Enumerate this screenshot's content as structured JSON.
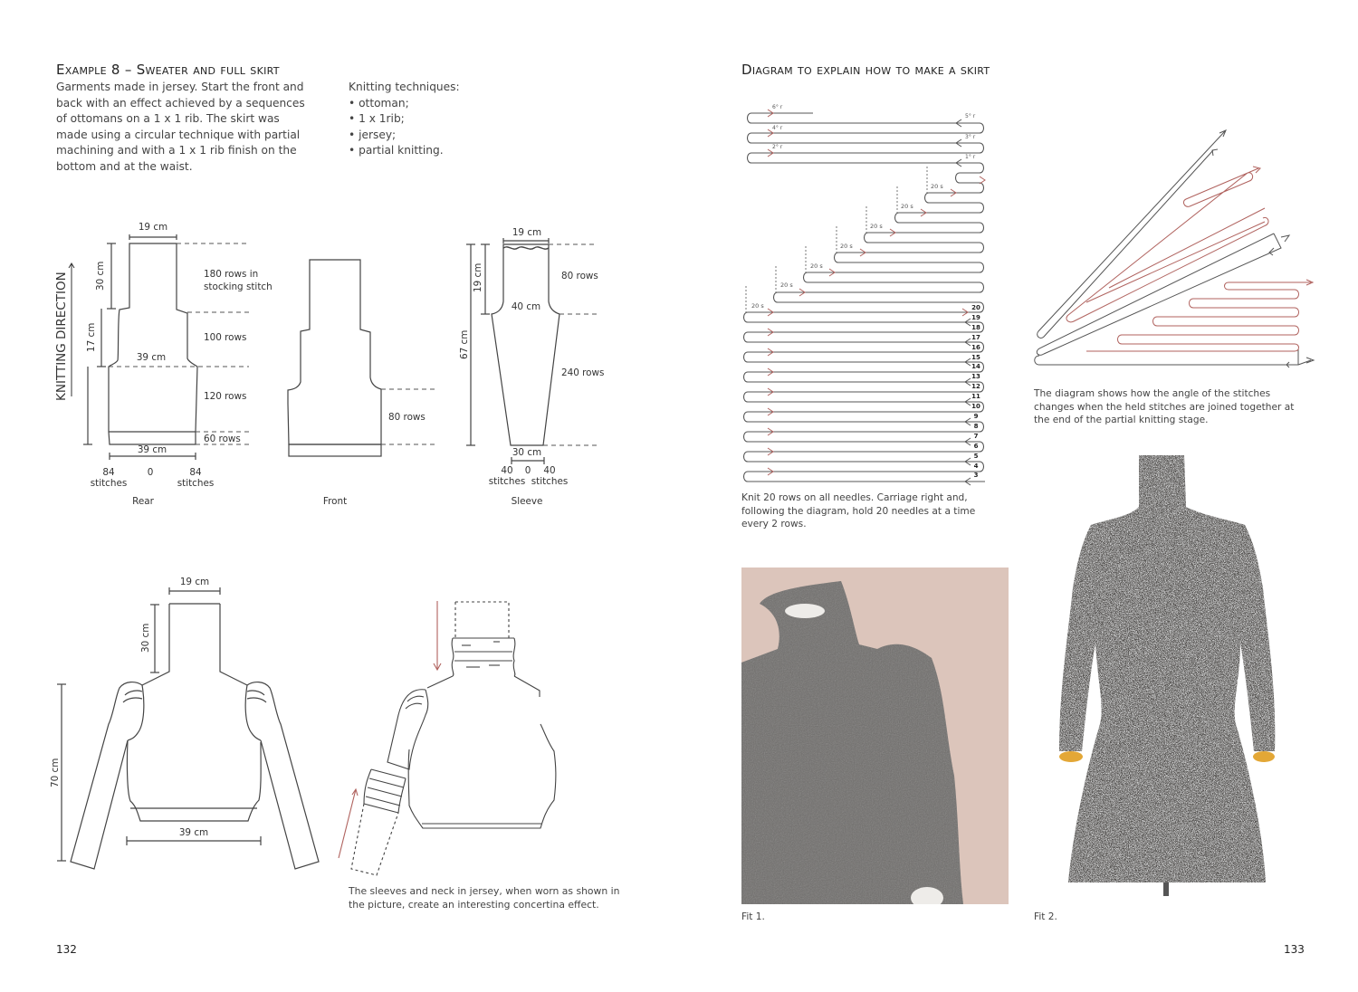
{
  "left_page": {
    "title": "Example 8 – Sweater and full skirt",
    "description": "Garments made in jersey. Start the front and back with an effect achieved by a sequences of ottomans on a 1 x 1 rib. The skirt was made using a circular technique with partial machining and with a 1 x 1 rib finish on the bottom and at the waist.",
    "techniques_title": "Knitting techniques:",
    "techniques": [
      "ottoman;",
      "1 x 1rib;",
      "jersey;",
      "partial knitting."
    ],
    "knitting_direction": "KNITTING DIRECTION",
    "rear": {
      "label": "Rear",
      "top_width": "19 cm",
      "neck_height": "30 cm",
      "mid_height": "17 cm",
      "mid_width": "39 cm",
      "bottom_width": "39 cm",
      "rows": [
        "180 rows in stocking stitch",
        "100 rows",
        "120 rows",
        "60 rows"
      ],
      "stitches_left": "84 stitches",
      "stitches_center": "0",
      "stitches_right": "84 stitches"
    },
    "front": {
      "label": "Front",
      "rows": "80 rows"
    },
    "sleeve": {
      "label": "Sleeve",
      "top_width": "19 cm",
      "cap_height": "19 cm",
      "total_height": "67 cm",
      "mid_width": "40 cm",
      "bottom_width": "30 cm",
      "rows": [
        "80 rows",
        "240 rows"
      ],
      "stitches_left": "40 stitches",
      "stitches_center": "0",
      "stitches_right": "40 stitches"
    },
    "assembled": {
      "neck_width": "19 cm",
      "neck_height": "30 cm",
      "total_height": "70 cm",
      "hem_width": "39 cm"
    },
    "concertina_caption": "The sleeves and neck in jersey, when worn as shown in the picture, create an interesting concertina effect.",
    "page_number": "132"
  },
  "right_page": {
    "title": "Diagram to explain how to make a skirt",
    "row_labels_top": [
      "6° r",
      "5° r",
      "4° r",
      "3° r",
      "2° r",
      "1° r"
    ],
    "held_label": "20 s",
    "row_numbers": [
      "20",
      "19",
      "18",
      "17",
      "16",
      "15",
      "14",
      "13",
      "12",
      "11",
      "10",
      "9",
      "8",
      "7",
      "6",
      "5",
      "4",
      "3"
    ],
    "skirt_caption": "Knit 20 rows on all needles. Carriage right and, following the diagram, hold 20 needles at a time every 2 rows.",
    "angle_caption": "The diagram shows how the angle of the stitches changes when the held stitches are joined together at the end of the partial knitting stage.",
    "photo1_caption": "Fit 1.",
    "photo2_caption": "Fit 2.",
    "page_number": "133",
    "colors": {
      "accent_red": "#b0625e",
      "line": "#4a4a4a",
      "photo_bg": "#dcc5bb"
    }
  }
}
